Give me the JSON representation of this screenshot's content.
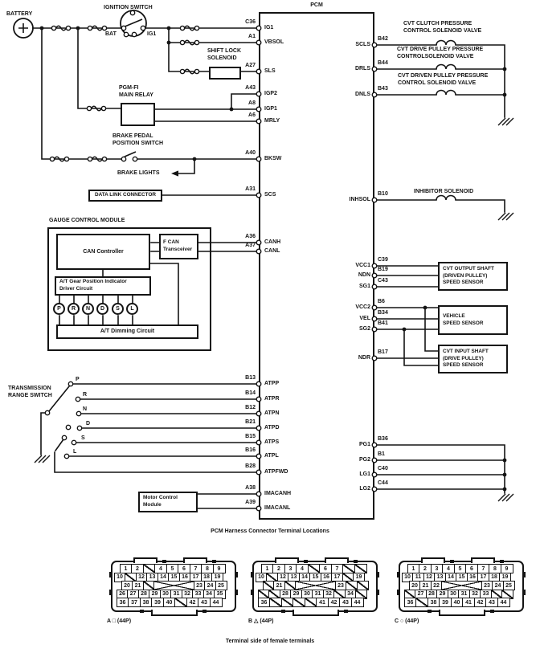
{
  "labels": {
    "battery": "BATTERY",
    "ignition_switch": "IGNITION SWITCH",
    "bat_terminal": "BAT",
    "ig1_terminal": "IG1",
    "shift_lock_solenoid": "SHIFT LOCK\nSOLENOID",
    "pgm_fi_main_relay": "PGM-FI\nMAIN RELAY",
    "brake_pedal_position_switch": "BRAKE PEDAL\nPOSITION SWITCH",
    "brake_lights": "BRAKE LIGHTS",
    "data_link_connector": "DATA LINK CONNECTOR",
    "transmission_range_switch": "TRANSMISSION\nRANGE SWITCH",
    "motor_control_module": "Motor Control\nModule",
    "inhibitor_solenoid": "INHIBITOR SOLENOID",
    "cvt_clutch_valve": "CVT CLUTCH PRESSURE\nCONTROL SOLENOID VALVE",
    "cvt_drive_valve": "CVT DRIVE PULLEY PRESSURE\nCONTROLSOLENOID VALVE",
    "cvt_driven_valve": "CVT DRIVEN PULLEY PRESSURE\nCONTROL SOLENOID VALVE",
    "cvt_output_sensor": "CVT OUTPUT SHAFT\n(DRIVEN PULLEY)\nSPEED SENSOR",
    "vehicle_speed_sensor": "VEHICLE\nSPEED SENSOR",
    "cvt_input_sensor": "CVT INPUT SHAFT\n(DRIVE PULLEY)\nSPEED SENSOR"
  },
  "gauge_module": {
    "title": "GAUGE CONTROL MODULE",
    "can_controller": "CAN Controller",
    "fcan_line1": "F CAN",
    "fcan_line2": "Transceiver",
    "gear_position_circuit": "A/T Gear Position Indicator\nDriver Circuit",
    "dimming_circuit": "A/T Dimming Circuit",
    "positions": [
      "P",
      "R",
      "N",
      "D",
      "S",
      "L"
    ]
  },
  "trs_positions": [
    "P",
    "R",
    "N",
    "D",
    "S",
    "L"
  ],
  "pcm": {
    "label": "PCM",
    "left_pins": [
      {
        "pin": "C36",
        "signal": "IG1"
      },
      {
        "pin": "A1",
        "signal": "VBSOL"
      },
      {
        "pin": "A27",
        "signal": "SLS"
      },
      {
        "pin": "A43",
        "signal": "IGP2"
      },
      {
        "pin": "A8",
        "signal": "IGP1"
      },
      {
        "pin": "A6",
        "signal": "MRLY"
      },
      {
        "pin": "A40",
        "signal": "BKSW"
      },
      {
        "pin": "A31",
        "signal": "SCS"
      },
      {
        "pin": "A36",
        "signal": "CANH"
      },
      {
        "pin": "A37",
        "signal": "CANL"
      },
      {
        "pin": "B13",
        "signal": "ATPP"
      },
      {
        "pin": "B14",
        "signal": "ATPR"
      },
      {
        "pin": "B12",
        "signal": "ATPN"
      },
      {
        "pin": "B21",
        "signal": "ATPD"
      },
      {
        "pin": "B15",
        "signal": "ATPS"
      },
      {
        "pin": "B16",
        "signal": "ATPL"
      },
      {
        "pin": "B28",
        "signal": "ATPFWD"
      },
      {
        "pin": "A38",
        "signal": "IMACANH"
      },
      {
        "pin": "A39",
        "signal": "IMACANL"
      }
    ],
    "right_pins": [
      {
        "pin": "B42",
        "signal": "SCLS"
      },
      {
        "pin": "B44",
        "signal": "DRLS"
      },
      {
        "pin": "B43",
        "signal": "DNLS"
      },
      {
        "pin": "B10",
        "signal": "INHSOL"
      },
      {
        "pin": "C39",
        "signal": "VCC1"
      },
      {
        "pin": "B19",
        "signal": "NDN"
      },
      {
        "pin": "C43",
        "signal": "SG1"
      },
      {
        "pin": "B6",
        "signal": "VCC2"
      },
      {
        "pin": "B34",
        "signal": "VEL"
      },
      {
        "pin": "B41",
        "signal": "SG2"
      },
      {
        "pin": "B17",
        "signal": "NDR"
      },
      {
        "pin": "B36",
        "signal": "PG1"
      },
      {
        "pin": "B1",
        "signal": "PG2"
      },
      {
        "pin": "C40",
        "signal": "LG1"
      },
      {
        "pin": "C44",
        "signal": "LG2"
      }
    ]
  },
  "connector_section": {
    "title": "PCM Harness Connector Terminal Locations",
    "footer": "Terminal side of female terminals",
    "connectors": [
      {
        "label": "A □ (44P)",
        "rows": [
          [
            "1",
            "2",
            "S",
            "4",
            "5",
            "6",
            "7",
            "8",
            "9"
          ],
          [
            "10",
            "S",
            "12",
            "13",
            "14",
            "15",
            "16",
            "17",
            "18",
            "19"
          ],
          [
            "20",
            "21",
            "S",
            "X",
            "23",
            "24",
            "25"
          ],
          [
            "26",
            "27",
            "28",
            "29",
            "30",
            "31",
            "32",
            "33",
            "34",
            "35"
          ],
          [
            "36",
            "37",
            "38",
            "39",
            "40",
            "S",
            "42",
            "43",
            "44"
          ]
        ]
      },
      {
        "label": "B △ (44P)",
        "rows": [
          [
            "1",
            "2",
            "3",
            "4",
            "S",
            "6",
            "7",
            "S",
            "S"
          ],
          [
            "10",
            "S",
            "12",
            "13",
            "14",
            "15",
            "16",
            "17",
            "S",
            "19"
          ],
          [
            "S",
            "21",
            "S",
            "X",
            "23",
            "S",
            "S"
          ],
          [
            "S",
            "S",
            "28",
            "29",
            "30",
            "31",
            "32",
            "S",
            "34",
            "S"
          ],
          [
            "36",
            "S",
            "S",
            "S",
            "S",
            "41",
            "42",
            "43",
            "44"
          ]
        ]
      },
      {
        "label": "C ○ (44P)",
        "rows": [
          [
            "1",
            "2",
            "3",
            "4",
            "5",
            "6",
            "7",
            "8",
            "9"
          ],
          [
            "10",
            "11",
            "12",
            "13",
            "14",
            "15",
            "16",
            "17",
            "18",
            "19"
          ],
          [
            "20",
            "21",
            "22",
            "X",
            "23",
            "24",
            "25"
          ],
          [
            "S",
            "27",
            "28",
            "29",
            "30",
            "31",
            "32",
            "33",
            "S",
            "S"
          ],
          [
            "36",
            "S",
            "38",
            "39",
            "40",
            "41",
            "42",
            "43",
            "44"
          ]
        ]
      }
    ]
  }
}
